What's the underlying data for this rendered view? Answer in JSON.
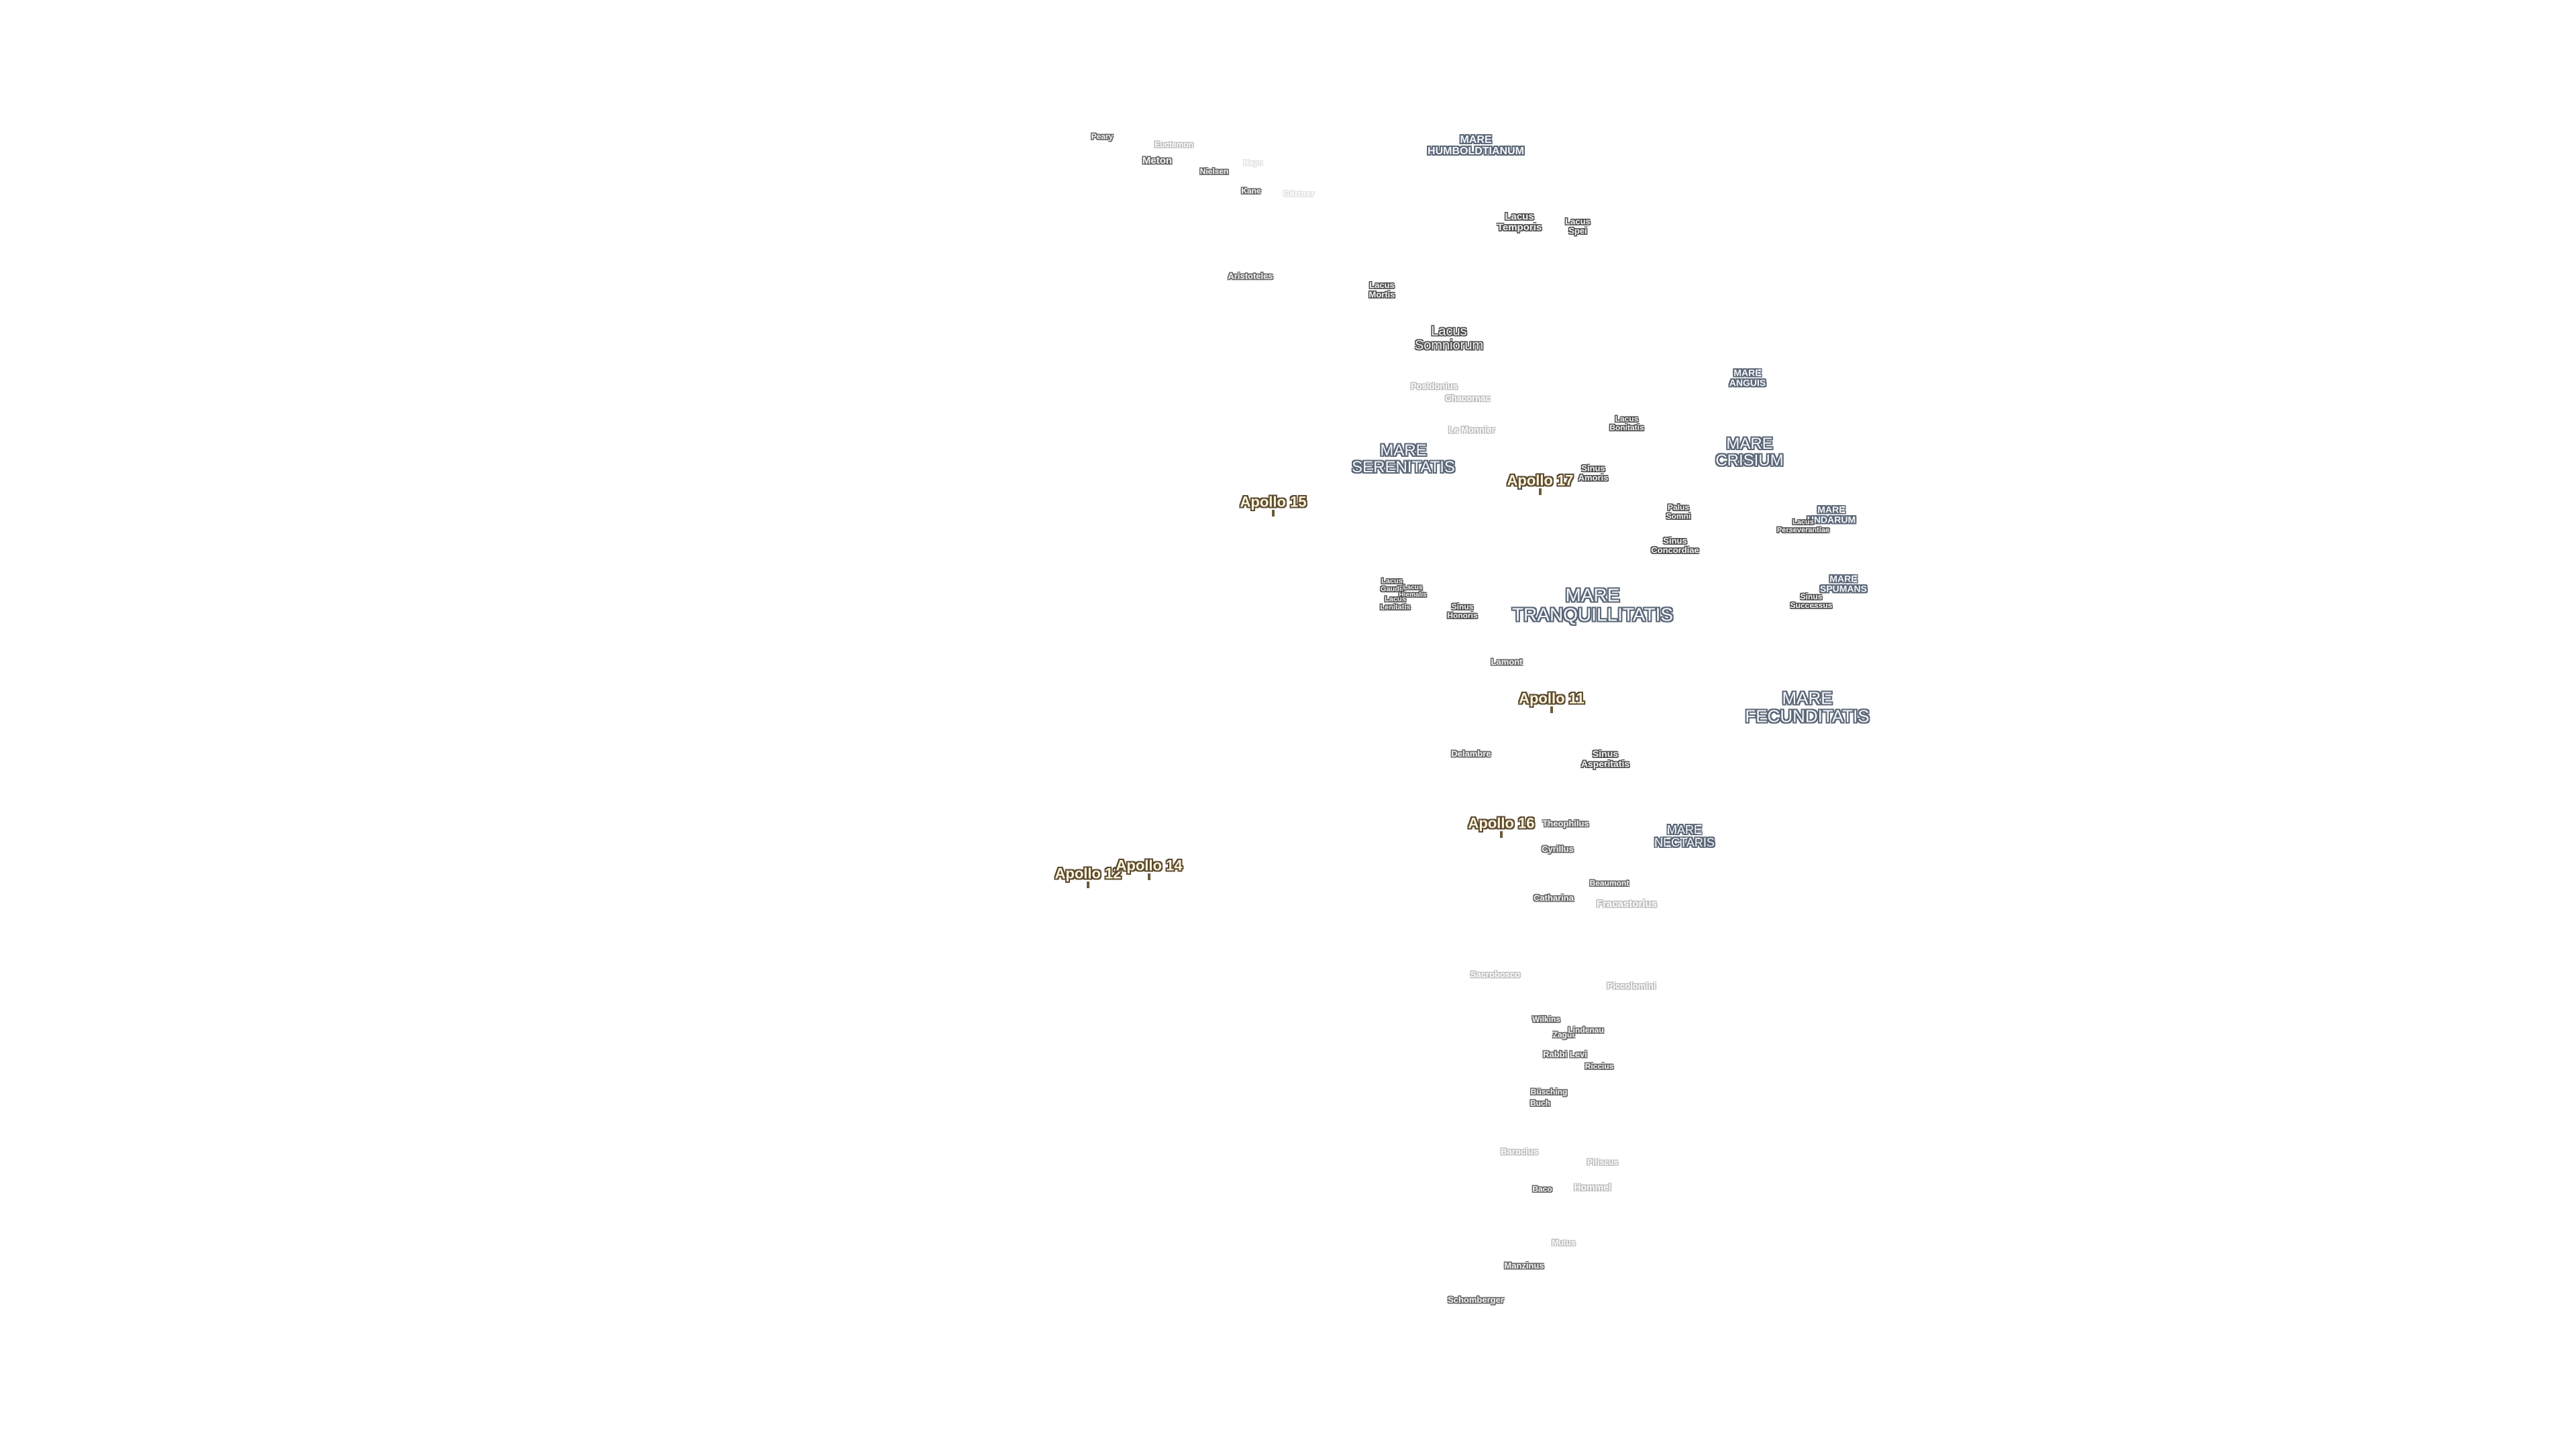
{
  "map": {
    "apollo_sites": [
      {
        "id": "apollo-15",
        "label": "Apollo 15"
      },
      {
        "id": "apollo-17",
        "label": "Apollo 17"
      },
      {
        "id": "apollo-11",
        "label": "Apollo 11"
      },
      {
        "id": "apollo-16",
        "label": "Apollo 16"
      },
      {
        "id": "apollo-12",
        "label": "Apollo 12"
      },
      {
        "id": "apollo-14",
        "label": "Apollo 14"
      }
    ],
    "maria": {
      "humboldtianum": "MARE\nHUMBOLDTIANUM",
      "serenitatis": "MARE\nSERENITATIS",
      "crisium": "MARE\nCRISIUM",
      "anguis": "MARE\nANGUIS",
      "undarum": "MARE\nUNDARUM",
      "spumans": "MARE\nSPUMANS",
      "tranquillitatis": "MARE\nTRANQUILLITATIS",
      "fecunditatis": "MARE\nFECUNDITATIS",
      "nectaris": "MARE\nNECTARIS"
    },
    "features": {
      "lacus_temporis": "Lacus\nTemporis",
      "lacus_spei": "Lacus\nSpei",
      "lacus_mortis": "Lacus\nMortis",
      "lacus_somniorum": "Lacus\nSomniorum",
      "lacus_bonitatis": "Lacus\nBonitatis",
      "sinus_amoris": "Sinus\nAmoris",
      "palus_somni": "Palus\nSomni",
      "sinus_concordiae": "Sinus\nConcordiae",
      "lacus_perseverantiae": "Lacus\nPerseverantiae",
      "sinus_successus": "Sinus\nSuccessus",
      "lacus_gaudii": "Lacus\nGaudii",
      "lacus_hiemalis": "Lacus\nHiemalis",
      "lacus_lenitatis": "Lacus\nLenitatis",
      "sinus_honoris": "Sinus\nHonoris",
      "sinus_asperitatis": "Sinus\nAsperitatis"
    },
    "craters": {
      "peary": "Peary",
      "euctemon": "Euctemon",
      "meton": "Meton",
      "hayn": "Hayn",
      "nielsen": "Nielsen",
      "kane": "Kane",
      "gartner": "Gärtner",
      "aristoteles": "Aristoteles",
      "posidonius": "Posidonius",
      "chacornac": "Chacornac",
      "le_monnier": "Le Monnier",
      "lamont": "Lamont",
      "delambre": "Delambre",
      "theophilus": "Theophilus",
      "cyrillus": "Cyrillus",
      "beaumont": "Beaumont",
      "catharina": "Catharina",
      "fracastorius": "Fracastorius",
      "sacrobosco": "Sacrobosco",
      "piccolomini": "Piccolomini",
      "wilkins": "Wilkins",
      "zagut": "Zagut",
      "lindenau": "Lindenau",
      "rabbi_levi": "Rabbi Levi",
      "riccius": "Riccius",
      "busching": "Büsching",
      "buch": "Buch",
      "barocius": "Barocius",
      "pitiscus": "Pitiscus",
      "baco": "Baco",
      "hommel": "Hommel",
      "mutus": "Mutus",
      "manzinus": "Manzinus",
      "schomberger": "Schomberger"
    }
  }
}
